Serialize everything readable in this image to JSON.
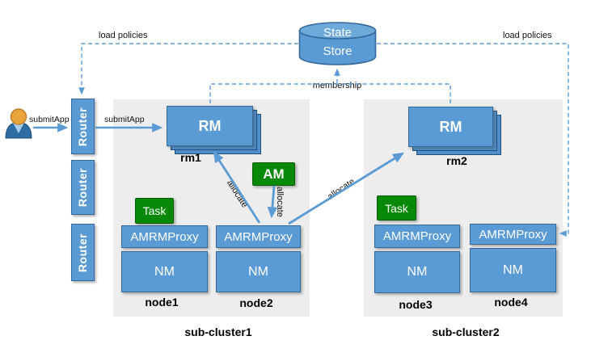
{
  "labels": {
    "load_policies_left": "load policies",
    "load_policies_right": "load policies",
    "membership": "membership",
    "submit_app_user": "submitApp",
    "submit_app_router": "submitApp",
    "allocate_to_rm1": "allocate",
    "allocate_from_am": "allocate",
    "allocate_to_rm2": "allocate"
  },
  "state_store": {
    "line1": "State",
    "line2": "Store"
  },
  "routers": [
    {
      "label": "Router"
    },
    {
      "label": "Router"
    },
    {
      "label": "Router"
    }
  ],
  "subclusters": [
    {
      "name": "sub-cluster1",
      "rm": {
        "label": "RM",
        "id": "rm1"
      },
      "nodes": [
        {
          "id": "node1",
          "task": "Task",
          "amrmproxy": "AMRMProxy",
          "nm": "NM"
        },
        {
          "id": "node2",
          "am": "AM",
          "amrmproxy": "AMRMProxy",
          "nm": "NM"
        }
      ]
    },
    {
      "name": "sub-cluster2",
      "rm": {
        "label": "RM",
        "id": "rm2"
      },
      "nodes": [
        {
          "id": "node3",
          "task": "Task",
          "amrmproxy": "AMRMProxy",
          "nm": "NM"
        },
        {
          "id": "node4",
          "amrmproxy": "AMRMProxy",
          "nm": "NM"
        }
      ]
    }
  ],
  "colors": {
    "box_blue": "#5B9BD5",
    "box_blue_border": "#35689B",
    "green": "#078807",
    "panel_gray": "#EDEDED",
    "connector_blue": "#5B9BD5"
  }
}
